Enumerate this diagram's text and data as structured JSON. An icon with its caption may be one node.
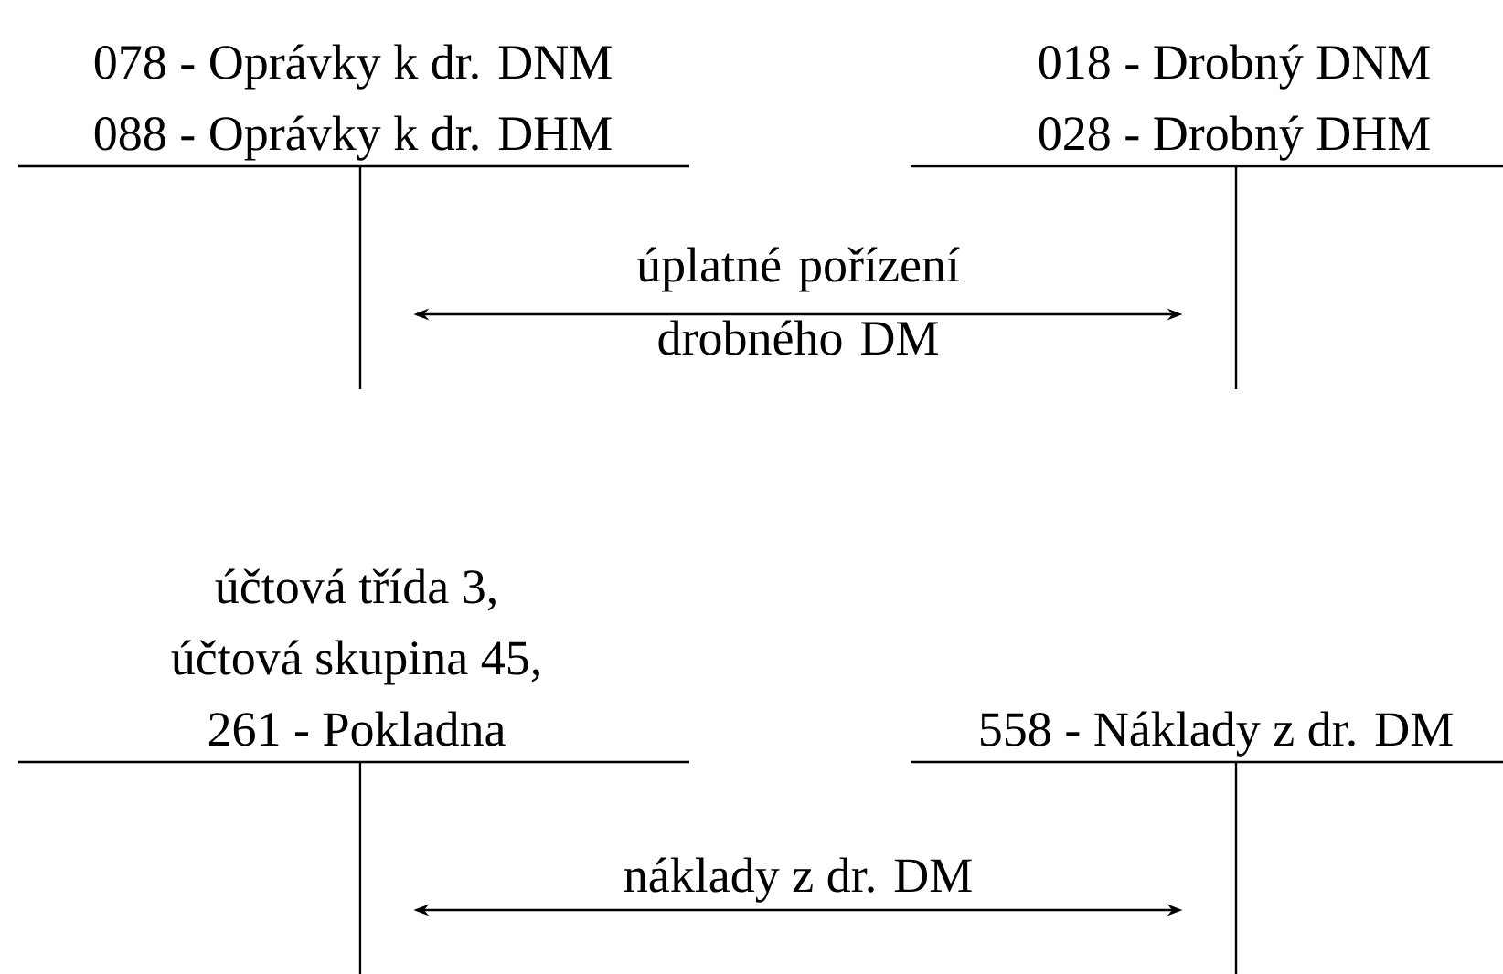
{
  "diagram": {
    "nodes": [
      {
        "text": [
          "078 - Oprávky k dr. DNM",
          "088 - Oprávky k dr. DHM"
        ]
      },
      {
        "text": [
          "018 - Drobný DNM",
          "028 - Drobný DHM"
        ]
      },
      {
        "text": [
          "účtová třída 3,",
          "účtová skupina 45,",
          "261 - Pokladna"
        ]
      },
      {
        "text": [
          "558 - Náklady z dr. DM"
        ]
      }
    ],
    "edges": [
      {
        "from": 0,
        "to": 1,
        "arrow": "both",
        "label": "úplatné pořízení drobného DM"
      },
      {
        "from": 2,
        "to": 3,
        "arrow": "both",
        "label": "náklady z dr. DM"
      }
    ]
  }
}
